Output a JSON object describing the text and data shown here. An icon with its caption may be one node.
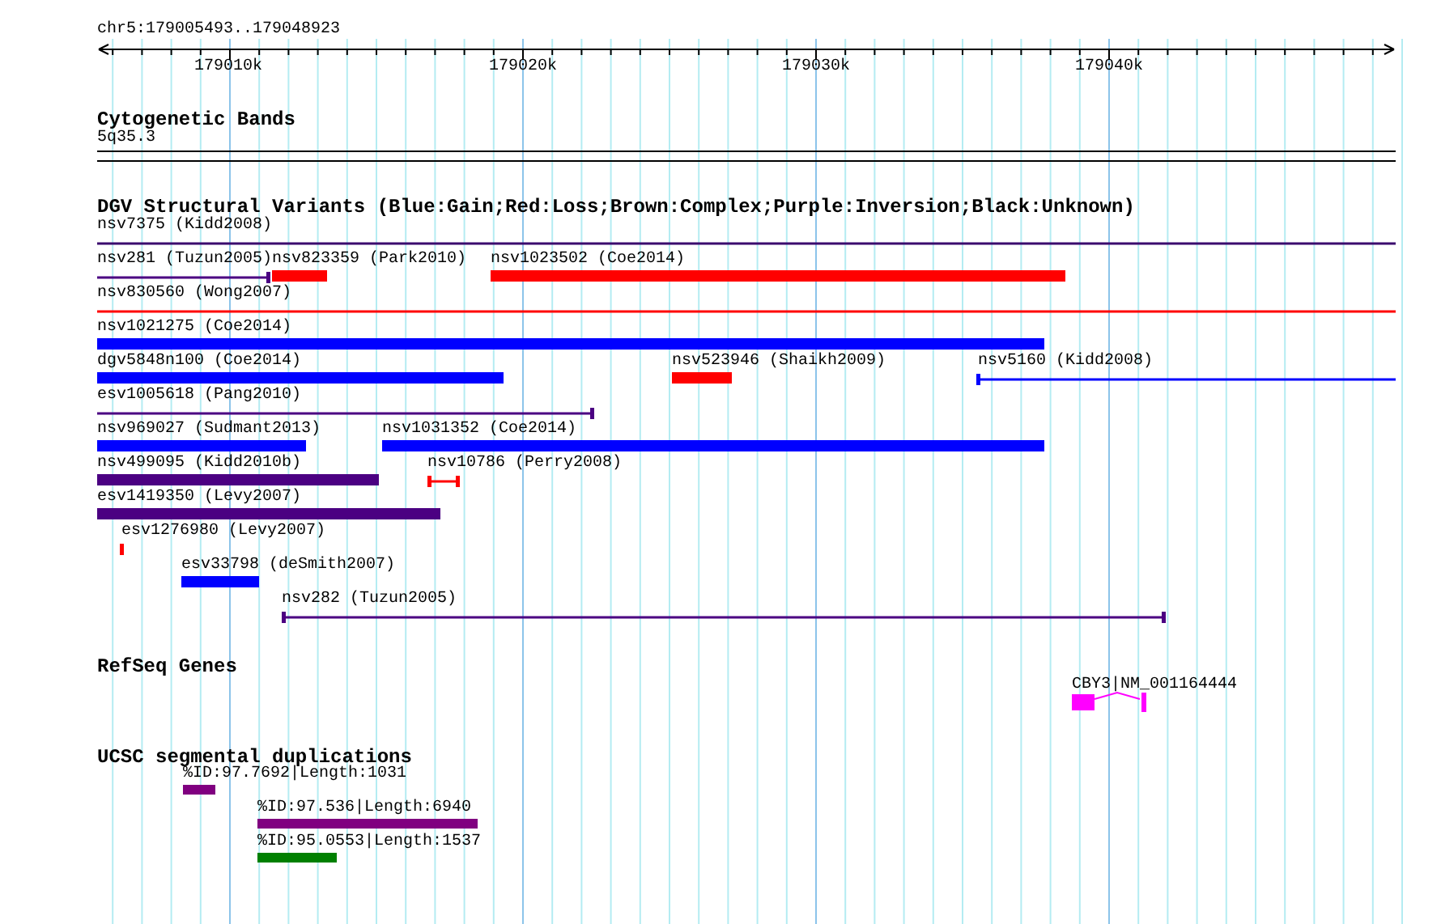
{
  "diagram": {
    "nodes": [
      {
        "text": [
          "nsv7375 (Kidd2008)"
        ]
      },
      {
        "text": [
          "nsv281 (Tuzun2005)"
        ]
      },
      {
        "text": [
          "nsv823359 (Park2010)"
        ]
      },
      {
        "text": [
          "nsv1023502 (Coe2014)"
        ]
      },
      {
        "text": [
          "nsv830560 (Wong2007)"
        ]
      },
      {
        "text": [
          "nsv1021275 (Coe2014)"
        ]
      },
      {
        "text": [
          "dgv5848n100 (Coe2014)"
        ]
      },
      {
        "text": [
          "nsv523946 (Shaikh2009)"
        ]
      },
      {
        "text": [
          "nsv5160 (Kidd2008)"
        ]
      },
      {
        "text": [
          "esv1005618 (Pang2010)"
        ]
      },
      {
        "text": [
          "nsv969027 (Sudmant2013)"
        ]
      },
      {
        "text": [
          "nsv1031352 (Coe2014)"
        ]
      },
      {
        "text": [
          "nsv499095 (Kidd2010b)"
        ]
      },
      {
        "text": [
          "nsv10786 (Perry2008)"
        ]
      },
      {
        "text": [
          "esv1419350 (Levy2007)"
        ]
      },
      {
        "text": [
          "esv1276980 (Levy2007)"
        ]
      },
      {
        "text": [
          "esv33798 (deSmith2007)"
        ]
      },
      {
        "text": [
          "nsv282 (Tuzun2005)"
        ]
      },
      {
        "text": [
          "CBY3|NM_001164444"
        ]
      },
      {
        "text": [
          "%ID:97.7692|Length:1031"
        ]
      },
      {
        "text": [
          "%ID:97.536|Length:6940"
        ]
      },
      {
        "text": [
          "%ID:95.0553|Length:1537"
        ]
      }
    ],
    "edges": [],
    "labels": [
      "chr5:179005493..179048923",
      "179010k",
      "179020k",
      "179030k",
      "179040k",
      "Cytogenetic Bands",
      "5q35.3",
      "DGV Structural Variants (Blue:Gain;Red:Loss;Brown:Complex;Purple:Inversion;Black:Unknown)",
      "RefSeq Genes",
      "UCSC segmental duplications"
    ]
  }
}
